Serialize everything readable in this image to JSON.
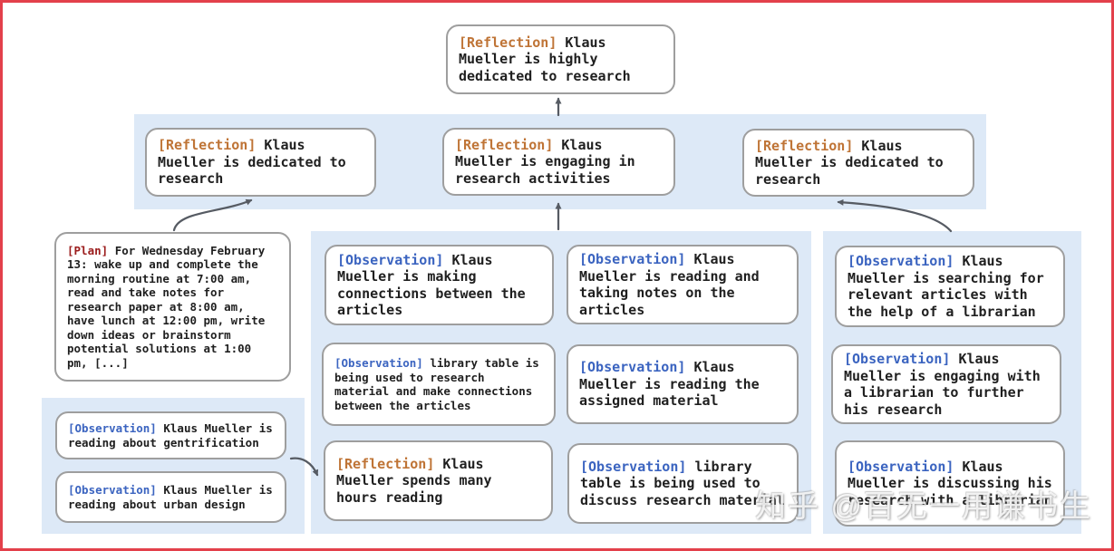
{
  "colors": {
    "frame_red": "#e3404b",
    "band_blue": "#dde9f7",
    "box_border": "#9e9e9e",
    "reflection_label": "#bf7436",
    "observation_label": "#3b64c0",
    "plan_label": "#9b1c1c",
    "text": "#1f1f1f",
    "arrow": "#565b63"
  },
  "nodes": {
    "root": {
      "tag": "[Reflection]",
      "text": "Klaus Mueller is highly dedicated to research"
    },
    "row2": [
      {
        "tag": "[Reflection]",
        "text": "Klaus Mueller is dedicated to research"
      },
      {
        "tag": "[Reflection]",
        "text": "Klaus Mueller is engaging in research activities"
      },
      {
        "tag": "[Reflection]",
        "text": "Klaus Mueller is dedicated to research"
      }
    ],
    "plan": {
      "tag": "[Plan]",
      "text": "For Wednesday February 13: wake up and complete the morning routine at 7:00 am, read and take notes for research paper at 8:00 am, have lunch at 12:00 pm, write down ideas or brainstorm potential solutions at 1:00 pm, [...]"
    },
    "left_observations": [
      {
        "tag": "[Observation]",
        "text": "Klaus Mueller is reading about gentrification"
      },
      {
        "tag": "[Observation]",
        "text": "Klaus Mueller is reading about urban design"
      }
    ],
    "middle_col1": [
      {
        "tag": "[Observation]",
        "text": "Klaus Mueller is making connections between the articles"
      },
      {
        "tag": "[Observation]",
        "text": "library table is being used to research material and make connections between the articles"
      },
      {
        "tag": "[Reflection]",
        "text": "Klaus Mueller spends many hours reading"
      }
    ],
    "middle_col2": [
      {
        "tag": "[Observation]",
        "text": "Klaus Mueller is reading and taking notes on the articles"
      },
      {
        "tag": "[Observation]",
        "text": "Klaus Mueller is reading the assigned material"
      },
      {
        "tag": "[Observation]",
        "text": "library table is being used to discuss research material"
      }
    ],
    "right_col": [
      {
        "tag": "[Observation]",
        "text": "Klaus Mueller is searching for relevant articles with the help of a librarian"
      },
      {
        "tag": "[Observation]",
        "text": "Klaus Mueller is engaging with a librarian to further his research"
      },
      {
        "tag": "[Observation]",
        "text": "Klaus Mueller is discussing his research with a librarian"
      }
    ]
  },
  "watermark": {
    "text": "知乎 @百无一用谦书生"
  }
}
